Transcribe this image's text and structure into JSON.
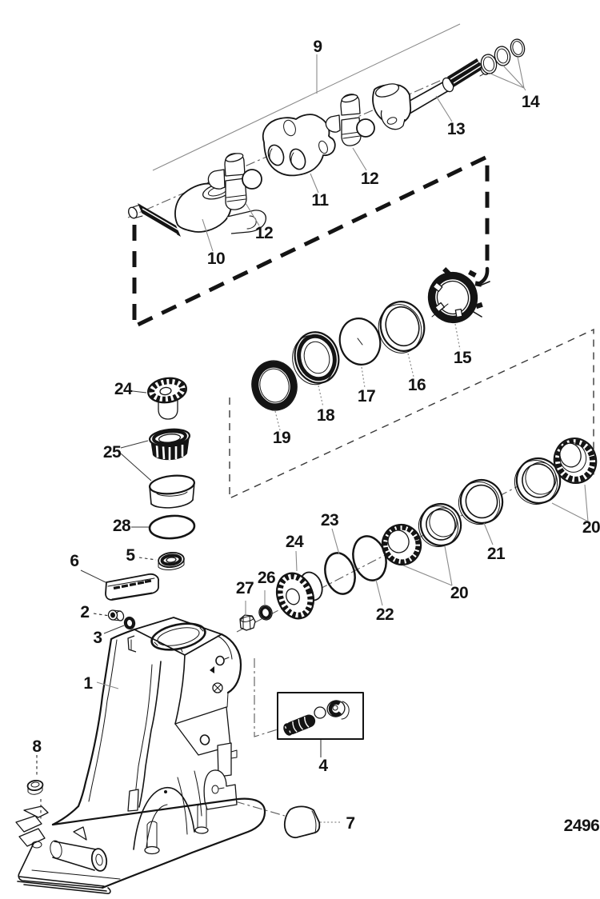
{
  "diagram": {
    "kind": "exploded-parts-diagram",
    "drawing_number": "2496",
    "colors": {
      "ink": "#141414",
      "background": "#ffffff",
      "leader": "#8a8a8a"
    }
  },
  "callouts": {
    "c1": "1",
    "c2": "2",
    "c3": "3",
    "c4": "4",
    "c5": "5",
    "c6": "6",
    "c7": "7",
    "c8": "8",
    "c9": "9",
    "c10": "10",
    "c11": "11",
    "c12a": "12",
    "c12b": "12",
    "c13": "13",
    "c14": "14",
    "c15": "15",
    "c16": "16",
    "c17": "17",
    "c18": "18",
    "c19": "19",
    "c20a": "20",
    "c20b": "20",
    "c21": "21",
    "c22": "22",
    "c23": "23",
    "c24a": "24",
    "c24b": "24",
    "c25": "25",
    "c26": "26",
    "c27": "27",
    "c28": "28"
  }
}
